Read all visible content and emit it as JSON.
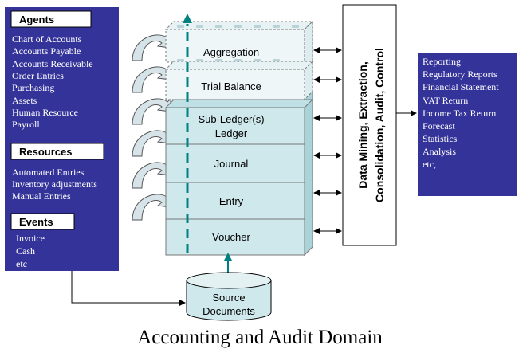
{
  "colors": {
    "panel_fill": "#333399",
    "panel_text": "#ffffff",
    "layer_fill": "#cfe8ec",
    "layer_fill_dark": "#a9d3d9",
    "accent": "#008080",
    "arrow_fill": "#d6e4ea",
    "line": "#000000"
  },
  "left_panel": {
    "agents": {
      "header": "Agents",
      "items": [
        "Chart of Accounts",
        "Accounts Payable",
        "Accounts Receivable",
        "Order Entries",
        "Purchasing",
        "Assets",
        "Human Resource",
        "Payroll"
      ]
    },
    "resources": {
      "header": "Resources",
      "items": [
        "Automated Entries",
        "Inventory adjustments",
        "Manual Entries"
      ]
    },
    "events": {
      "header": "Events",
      "items": [
        "Invoice",
        "Cash",
        "etc"
      ]
    }
  },
  "layers": {
    "aggregation": "Aggregation",
    "trial_balance": "Trial Balance",
    "sub_ledger_line1": "Sub-Ledger(s)",
    "sub_ledger_line2": "Ledger",
    "journal": "Journal",
    "entry": "Entry",
    "voucher": "Voucher"
  },
  "data_box": {
    "line1": "Data Mining, Extraction,",
    "line2": "Consolidation, Audit, Control"
  },
  "right_panel": {
    "items": [
      "Reporting",
      "Regulatory Reports",
      "Financial Statement",
      "VAT Return",
      "Income Tax Return",
      "Forecast",
      "Statistics",
      "Analysis",
      "etc,"
    ]
  },
  "source": {
    "line1": "Source",
    "line2": "Documents"
  },
  "caption": "Accounting and Audit Domain",
  "icons": [
    "curved-arrow-icon",
    "dashed-up-arrow-icon",
    "double-arrow-icon"
  ]
}
